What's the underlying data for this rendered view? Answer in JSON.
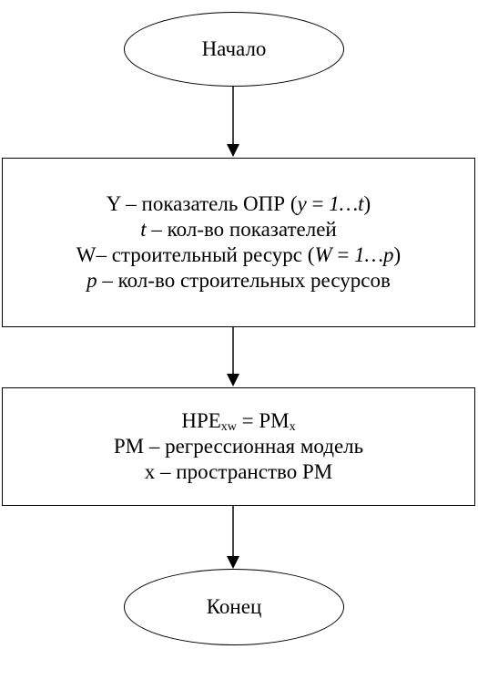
{
  "start": {
    "label": "Начало"
  },
  "block1": {
    "line1": {
      "a": "Y – показатель ОПР (",
      "b": "y",
      "c": " = ",
      "d": "1…t",
      "e": ")"
    },
    "line2": {
      "a": "t",
      "b": " – кол-во показателей"
    },
    "line3": {
      "a": "W– строительный ресурс (",
      "b": "W",
      "c": " = ",
      "d": "1…p",
      "e": ")"
    },
    "line4": {
      "a": "p",
      "b": " – кол-во строительных ресурсов"
    }
  },
  "block2": {
    "line1": {
      "a": "НРЕ",
      "sub1": "xw",
      "b": " = РМ",
      "sub2": "x"
    },
    "line2": "РМ – регрессионная модель",
    "line3": "x – пространство РМ"
  },
  "end": {
    "label": "Конец"
  }
}
